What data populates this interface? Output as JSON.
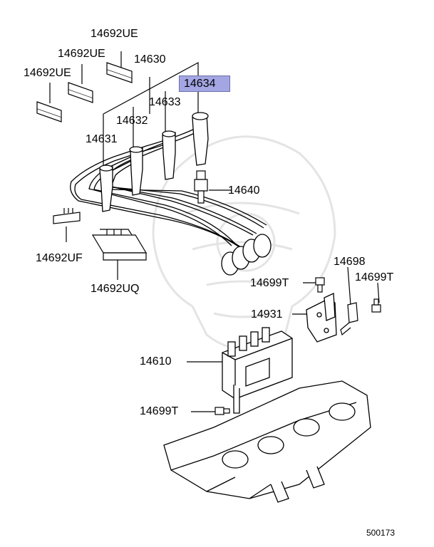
{
  "parts": {
    "p14692UE_top": "14692UE",
    "p14692UE_mid": "14692UE",
    "p14692UE_left": "14692UE",
    "p14630": "14630",
    "p14634": "14634",
    "p14633": "14633",
    "p14632": "14632",
    "p14631": "14631",
    "p14640": "14640",
    "p14692UF": "14692UF",
    "p14692UQ": "14692UQ",
    "p14698": "14698",
    "p14699T_a": "14699T",
    "p14699T_b": "14699T",
    "p14931": "14931",
    "p14610": "14610",
    "p14699T_c": "14699T"
  },
  "highlighted_part": "14634",
  "diagram_ref": "500173",
  "colors": {
    "highlight": "#a3a6e3",
    "line": "#000000",
    "watermark": "#e6e6e6"
  }
}
